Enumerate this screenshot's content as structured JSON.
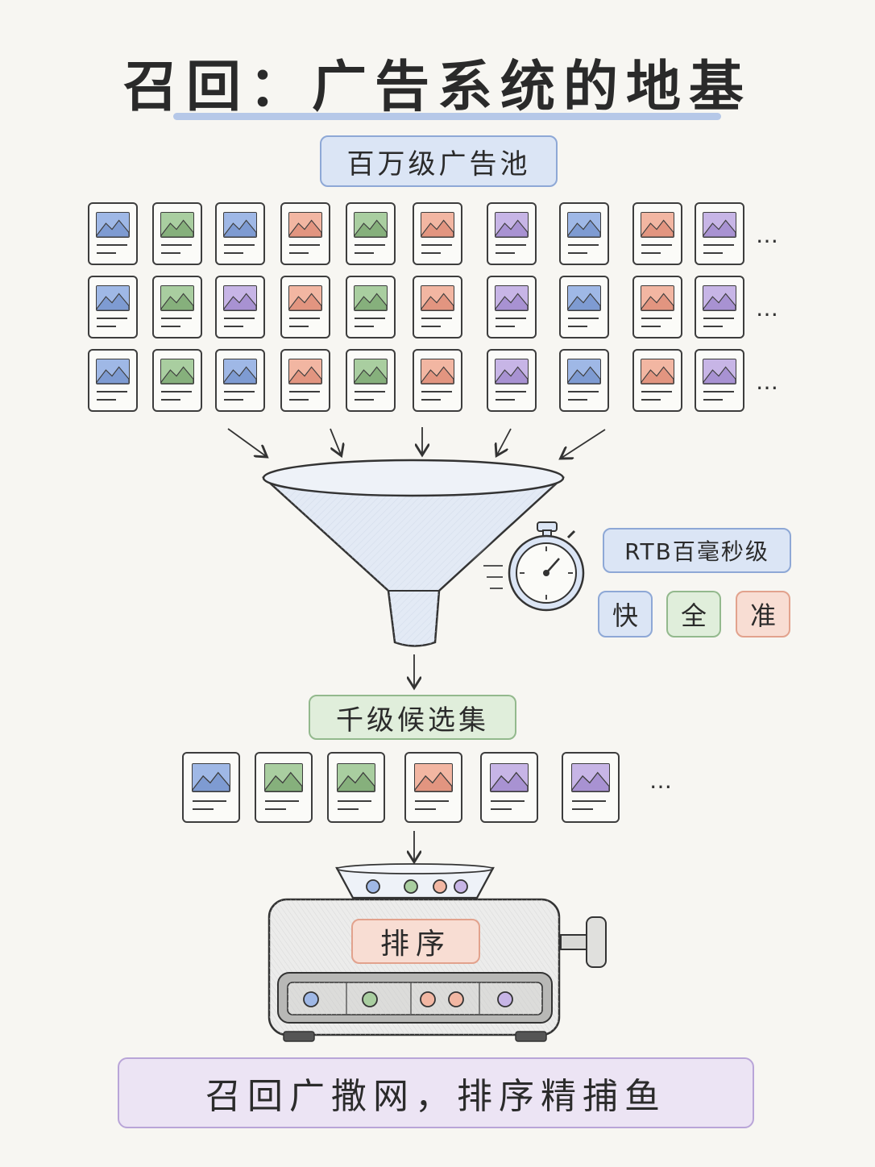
{
  "title": "召回：广告系统的地基",
  "pool_label": "百万级广告池",
  "rtb_label": "RTB百毫秒级",
  "tags": {
    "fast": "快",
    "full": "全",
    "accurate": "准"
  },
  "candidate_label": "千级候选集",
  "ranking_label": "排序",
  "footer": "召回广撒网，排序精捕鱼",
  "ellipsis": "…",
  "colors": {
    "blue": "#9fb8e6",
    "green": "#a9ceA0",
    "red": "#f2b7a3",
    "purple": "#c7b5e6",
    "accent_underline": "#aac0e6"
  },
  "pool_rows": [
    [
      "blue",
      "green",
      "blue",
      "red",
      "green",
      "red",
      "purple",
      "blue",
      "red",
      "purple"
    ],
    [
      "blue",
      "green",
      "purple",
      "red",
      "green",
      "red",
      "purple",
      "blue",
      "red",
      "purple"
    ],
    [
      "blue",
      "green",
      "blue",
      "red",
      "green",
      "red",
      "purple",
      "blue",
      "red",
      "purple"
    ]
  ],
  "candidate_cards": [
    "blue",
    "green",
    "green",
    "red",
    "purple",
    "purple"
  ],
  "hopper_balls": [
    "blue",
    "green",
    "red",
    "purple"
  ],
  "belt_balls": [
    "blue",
    "green",
    "red",
    "red",
    "purple"
  ],
  "icons": [
    "image-icon",
    "stopwatch-icon",
    "funnel-icon",
    "arrow-down-icon",
    "ranking-machine-icon"
  ]
}
